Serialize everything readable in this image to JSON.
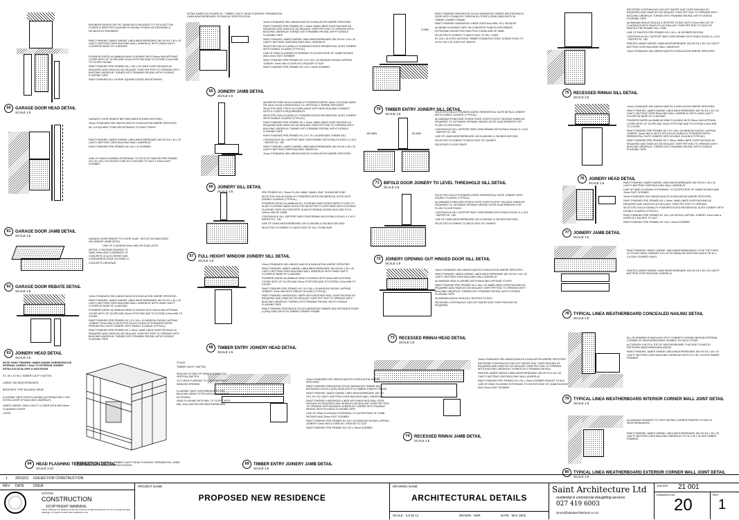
{
  "details": [
    {
      "num": "60",
      "title": "GARAGE DOOR HEAD DETAIL",
      "scale": "SCALE 1:5"
    },
    {
      "num": "61",
      "title": "GARAGE DOOR JAMB DETAIL",
      "scale": "SCALE 1:5"
    },
    {
      "num": "62",
      "title": "GARAGE DOOR REBATE DETAIL",
      "scale": "SCALE 1:5"
    },
    {
      "num": "63",
      "title": "JOINERY HEAD DETAIL",
      "scale": "SCALE 1:5"
    },
    {
      "num": "64",
      "title": "HEAD FLASHING TERMINATION DETAIL",
      "scale": "SCALE 1:10"
    },
    {
      "num": "65",
      "title": "JOINERY JAMB DETAIL",
      "scale": "SCALE 1:5"
    },
    {
      "num": "66",
      "title": "JOINERY SILL DETAIL",
      "scale": "SCALE 1:5"
    },
    {
      "num": "67",
      "title": "FULL HEIGHT WINDOW JOINERY SILL DETAIL",
      "scale": "SCALE 1:5"
    },
    {
      "num": "68",
      "title": "TIMBER ENTRY JOINERY HEAD DETAIL",
      "scale": "SCALE 1:5"
    },
    {
      "num": "69",
      "title": "TIMBER ENTRY JOINERY JAMB DETAIL",
      "scale": "SCALE 1:5"
    },
    {
      "num": "70",
      "title": "TIMBER ENTRY JOINERY SILL DETAIL",
      "scale": "SCALE 1:5"
    },
    {
      "num": "71",
      "title": "BIFOLD DOOR JOINERY TO LEVEL THRESHOLD SILL DETAIL",
      "scale": "SCALE 1:5"
    },
    {
      "num": "72",
      "title": "JOINERY OPENING OUT HINGED DOOR SILL DETAIL",
      "scale": "SCALE 1:5"
    },
    {
      "num": "73",
      "title": "RECESSED RINNAI HEAD DETAIL",
      "scale": "SCALE 1:5"
    },
    {
      "num": "74",
      "title": "RECESSED RINNAI JAMB DETAIL",
      "scale": "SCALE 1:5"
    },
    {
      "num": "75",
      "title": "RECESSED RINNAI SILL DETAIL",
      "scale": "SCALE 1:5"
    },
    {
      "num": "76",
      "title": "JOINERY HEAD DETAIL",
      "scale": "SCALE 1:5"
    },
    {
      "num": "77",
      "title": "JOINERY JAMB DETAIL",
      "scale": "SCALE 1:5"
    },
    {
      "num": "78",
      "title": "TYPICAL LINEA WEATHERBOARD CONCEALED NAILING DETAIL",
      "scale": "SCALE 1:5"
    },
    {
      "num": "79",
      "title": "TYPICAL LINEA WEATHERBOARD INTERIOR CORNER WALL JOINT DETAIL",
      "scale": "SCALE 1:5"
    },
    {
      "num": "80",
      "title": "TYPICAL LINEA WEATHERBOARD EXTERIOR CORNER WALL JOINT DETAIL",
      "scale": "SCALE 1:5"
    }
  ],
  "notes": {
    "n60": [
      "ENGINEER DESIGN 250 PFC BEAM WITH PACKERS TO TOP & BOTTOM FLANGE & WEB FOR CLADDING FLASHING FIXINGS AS DESIGNED & DETAILED BY ENGINEER",
      "PAINT FINISHED JAMES HARDIE LINEA WEATHERBOARD 180 ON H3.1 45 x 20 CAVITY BATTENS OVER BUILDING WALL UNDERLAY WITH LINEA CAVITY CLOSER AT BASE OF CLADDING",
      "POWDERCOATED ALUMINIUM HEAD FLASHING WITH 50mm MIN UPSTAND COVER WITH 15° SLOPE AND 20mm STOP END AND TO EXTEND 10mm MIN TO COVER FACING",
      "PAINT FINISHED PRE-PRIMED H3.1 190 x 25 LINER OVER PACKING AS REQUIRED AND SIKAFLEX M3 SEALANT OVER PEF ROD TO OPENING WITH BUILDING UNDERLAY TURNED INTO FRAMING REVEAL WITH FLEXIBLE FLASHING TAPE",
      "PAINT FINISHED 60 x 18 PINE SQUARE EDGED ARCHITRAVES"
    ],
    "n61": [
      "GARAGE FLOOR REBATE BEYOND (AREA SHOWN HATCHED)",
      "10mm STANDARD GIB LININGS AND R2.8 INSULATION WHERE SPECIFIED",
      "50 x 18 SQUARE T-PINE ARCHITRAVES TO PAINT FINISH",
      "PAINT FINISHED JAMES HARDIE LINEA WEATHERBOARD 180 ON H3.1 45 x 20 CAVITY BATTENS OVER BUILDING WALL UNDERLAY",
      "PAINT FINISHED PRE-PRIMED H3.1 60 x 19 SCRIBER",
      "LINE OF HEAD FLASHING EXTENDING TO FACE OF PAINTED PRE-PRIMED H3.1 EX 100 x 25 FACING OVER H3.1 PACKING TO SUIT & 20mm FAST SCRIBER"
    ],
    "n62": [
      "GARAGE DOOR REBATE TO FLOOR SLAB - SETOUT AS INDICATED ON GARAGE JAMB DETAIL",
      "LINE OF CLADDING 50mm BELOW SLAB LEVEL",
      "NOTES: 1) PACKING BOARDS TO HAVE 15mm MIN CLEARANCE TO CONCRETE 2) ALSO REFER DBH CODEWORDS ISSUE 024 PAGE 10",
      "CONCRETE DRIVEWAY"
    ],
    "n63": [
      "10mm STANDARD GIB LININGS AND R2.8 INSULATION WHERE SPECIFIED",
      "PAINT FINISHED JAMES HARDIE LINEA WEATHERBOARD 180 ON H3.1 45 x 20 CAVITY BATTENS OVER BUILDING WALL UNDERLAY WITH LINEA CAVITY CLOSER AT BASE OF CLADDING",
      "POWDERCOATED ALUMINIUM HEAD FLASHING WITH 50mm MIN UPSTAND COVER WITH 15° SLOPE AND 20mm STOP END AND TO EXTEND 10mm MIN TO COVER",
      "PAINT FINISHED PRE-PRIMED H3.1 EX 100 x 20 WINDOW FACING LAPPING JOINERY 10mm MIN & SELECTED DULUX DURALOY POWDERCOATED RESIDENTIAL SUITE JOINERY WITH SINGLE GLAZING (TYPICAL)",
      "PAINT FINISHED PRE-PRIMED H3.1 19mm JAMB LINER OVER PACKING AS REQUIRED AND SIKAFLEX M3 SEALANT OVER PEF ROD TO OPENING WITH BUILDING UNDERLAY TURNED INTO FRAMING REVEAL WITH FLEXIBLE FLASHING TAPE"
    ],
    "n64": [
      "NOTE: PAINT FINISHED JAMES HARDIE HARDIEGROOVE INTERNAL LININGS 7.5mm TO EXTERIOR JOINERY DETAILS IN SCULLERY & KIDS ROOM",
      "EX. 50 x 20 H3.1 TIMBER CAVITY BATTEN",
      "LINEAR 180 WEATHERBOARD",
      "BREATHER TYPE BUILDING WRAP",
      "FLASHING TAPE OVER FLASHING (ALTERNATIVELY USE EXTRA LAYER OF BUILDING UNDERLAY)",
      "JAMES HARDIE LINEA CAVITY CLOSER WITH MIN 15mm CLADDING COVER",
      "LINTEL",
      "STUDS",
      "TIMBER CAVITY BATTEN",
      "SEALANT AT END OF HEAD FLASHING TO VERTICAL BATTEN",
      "CUT HEAD FLASHING TO CONTINUE PAST WINDOW OPENING",
      "FLASHING TAPE OVER BREATHER TYPE BUILDING WRAP FITTED AROUND CORNER AS SHOWN",
      "HEAD FLASHING WITH MIN. 15° SLOPE WITH MIN. 5mm GAP BELOW WEATHERBOARD",
      "DETAIL BASED ON FIGURE 44 - TIMBER CAVITY HEAD FLASHING TERMINATION, LINEA WEATHERBOARD TECHNICAL SPECIFICATION."
    ],
    "n65": [
      "DETAIL BASED ON FIGURE 44 - TIMBER CAVITY HEAD FLASHING TERMINATION, LINEA WEATHERBOARD TECHNICAL SPECIFICATION.",
      "10mm STANDARD GIB LININGS AND R2.8 INSULATION WHERE SPECIFIED",
      "PAINT FINISHED PRE-PRIMED H3.1 19mm JAMB LINER OVER PACKING AS REQUIRED AND SIKAFLEX M3 SEALANT OVER PEF ROD TO OPENING WITH BUILDING UNDERLAY TURNED INTO FRAMING REVEAL WITH FLEXIBLE FLASHING TAPE",
      "PAINT FINISHED JAMES HARDIE LINEA WEATHERBOARD 180 ON H3.1 45 x 20 CAVITY BATTENS OVER BUILDING WALL UNDERLAY",
      "SELECTED DULUX DURALOY POWDERCOATED RESIDENTIAL SUITE JOINERY WITH DOUBLE GLAZING (TYPICAL)",
      "LINE OF HEAD FLASHING EXTENDING TO OUTER EDGE OF JAMB FACINGS AND 20mm FAST SCRIBER",
      "PAINT FINISHED PRE-PRIMED H3.1 EX 100 x 25 WINDOW FACING LAPPING JOINERY 10mm MIN & OVER H3.1 PACKER TO SUIT",
      "PAINT FINISHED PRE-PRIMED H3.1 60 x 19mm SCRIBER"
    ],
    "n66": [
      "ADHESIVE FIXED DULUX DURALOY POWDERCOATED 18mm COLONIAL BARS OR 25mm SOLID HORIZONTALLY & VERTICALLY WHERE SPECIFIED. SELECTED BAR TYPES IN COMPLIANCE WITH NEW ZEALAND CONSENT NOTE & CLIENT'S REQUIREMENTS",
      "SELECTED DULUX DURALOY POWDERCOATED RESIDENTIAL SUITE JOINERY WITH DOUBLE GLAZING (TYPICAL)",
      "PAINT FINISHED PRE-PRIMED H3.1 19mm JAMB LINER OVER PACKING AS REQUIRED AND SIKAFLEX M3 SEALANT OVER PEF ROD TO OPENING WITH BUILDING UNDERLAY TURNED INTO FRAMING REVEAL WITH FLEXIBLE FLASHING TAPE",
      "PAINT FINISHED PRE-PRIMED H3.1 EX 75 x 40 DRESSED TIMBER SILL",
      "CONTINUOUS SILL SUPPORT BAR CONFORMING WITH EM6 & E2/AS1 9.1.10.5 - REFER FIG. 73B",
      "PAINT FINISHED JAMES HARDIE LINEA WEATHERBOARD 180 ON H3.1 45 x 20 CAVITY BATTENS OVER BUILDING UNDERLAY",
      "10mm STANDARD GIB LININGS AND R2.8 INSULATION WHERE SPECIFIED"
    ],
    "n67": [
      "PRE-PRIMED H3.1 76mm FLUSH JAMB \"JAMB LONG\" SHOWN BEYOND",
      "SELECTED DULUX DURALOY POWDERCOATED RESIDENTIAL SUITE WITH DOUBLE GLAZING (TYPICAL)",
      "POWDERCOATED ALUMINIUM SILL FLASHING BAR SCREW DIRECT FIXED TO SLAB. FLOORING MADE GOOD FOR SELECTED FLOOR FINISH WITH FLEXIBLE FLASHING TAPE ON CONCRETE SLAB EXTENDING DOWN FACE AND FOLD 100mm MIN UP JAMB",
      "CONTINUOUS SILL SUPPORT BAR CONFORMING WITH EM6 & E2/AS1 9.1.10.5 - REFER FIG. 73B",
      "LINE OF LINEA WEATHERBOARD 180 CLADDING & FACINGS BEYOND",
      "SELECTED FLOORING TO BACK FACE OF SILL FIXING BAR"
    ],
    "n68": [
      "10mm STANDARD GIB LININGS AND R2.8 INSULATION WHERE SPECIFIED",
      "PAINT FINISHED JAMES HARDIE LINEA WEATHERBOARD 180 ON H3.1 45 x 20 CAVITY BATTENS OVER BUILDING WALL UNDERLAY WITH LINEA CAVITY CLOSER AT BASE OF CLADDING",
      "POWDERCOATED ALUMINIUM HEAD FLASHING WITH 50mm MIN UPSTAND COVER WITH 15° SLOPE AND 20mm STOP END AND TO EXTEND 10mm MIN TO COVER",
      "PAINT FINISHED PRE-PRIMED H3.1 EX 100 x 25 WINDOW FACING LAPPING JOINERY 10mm MIN WITH SINGLE GLAZING (TYPICAL)",
      "PAINT FINISHED HARDWOOD LINER WITH WEATHER SEAL OVER PACKING AS REQUIRED AND SIKAFLEX M3 SEALANT OVER PEF ROD TO OPENING WITH BUILDING UNDERLAY TURNED INTO FRAMING REVEAL WITH FLEXIBLE FLASHING TAPE",
      "PAINT FINISHED PAROWOOD SOLID HARDWOOD TIMBER (E9) ENTRANCE DOOR & (E95) SIDELIGHTS IN TIMBER JOINERY FRAME"
    ],
    "n69": [
      "10mm STANDARD GIB LININGS AND R2.8 INSULATION WHERE SPECIFIED",
      "PAINT FINISHED PAROWOOD SOLID HARDWOOD TIMBER (E9) ENTRANCE DOOR & (E95) SIDELIGHTS IN TIMBER JOINERY FRAME",
      "PAINT FINISHED JAMES HARDIE LINEA WEATHERBOARD 180 ON H3.1 45 x 20 CAVITY BATTENS OVER BUILDING WALL UNDERLAY",
      "PAINT FINISHED HARDWOOD LINER WITH WEATHER SEAL OVER PACKING AS REQUIRED AND SIKAFLEX M3 SEALANT OVER PEF ROD TO OPENING WITH BUILDING UNDERLAY TURNED INTO FRAMING REVEAL WITH FLEXIBLE FLASHING TAPE",
      "LINE OF HEAD FLASHING EXTENDING TO OUTER EDGE OF JAMB FACINGS AND 20mm FAST SCRIBER",
      "PAINT FINISHED PRE-PRIMED EX 100 x 25 WINDOW FACING LAPPING JOINERY 10mm MIN & OVER H3.1 PACKER TO SUIT",
      "PAINT FINISHED PRE-PRIMED H3.1 60 x 19mm SCRIBER"
    ],
    "n70": [
      "PAINT FINISHED PAROWOOD SOLID HARDWOOD TIMBER (E9) ENTRANCE DOOR WITH STAINLESS THRESHOLD STRIP & (E95) SIDELIGHTS IN TIMBER JOINERY FRAME",
      "PAINT FINISHED HARDWOOD LINER OVER 5mm MIN. H3.1 PACKERS",
      "ALUBAND FLASHING TAPE ON CONCRETE SLAB FLOOR REBATE EXTENDING DOWN FACE AND FOLD 100mm MIN UP JAMB",
      "SELECTED FLOORING TO BACK FACE OF SILL LINER",
      "EX 150 x 25 VITEX DECKING TIMBER STAINLESS STEEL SCREW FIXED TO H4 EX 190 x 45 JOISTS AT 450CRS",
      "2 MIN."
    ],
    "n71": [
      "SELECTED DULUX POWDERCOATED RESIDENTIAL SUITE BIFOLD JOINERY WITH DOUBLE GLAZING (TYPICAL)",
      "ALUMINIUM FIXING BAR SCREW FIXED OVER PLASTIC PACKING SHIMS AS REQUIRED TO OUTWARD OPENING HINGED DOOR SLAB REBATES FOR FLUSH FLOOR FINISH",
      "CONTINUOUS SILL SUPPORT BAR CONFORMING WITH EM6 & E2/AS1 9.1.10.5 - REFER FIG. 73B",
      "LINE OF LINEA WEATHERBOARD 180 CLADDING & FACINGS BEYOND",
      "SELECTED FLOORING TO BACK FACE OF JOINERY",
      "RECESSED FLOOR GRATE",
      "150 MIN",
      "50 MIN"
    ],
    "n72": [
      "SELECTED DULUX POWDERCOATED RESIDENTIAL SUITE JOINERY WITH DOUBLE GLAZING (TYPICAL)",
      "ALUMINIUM FIXING BAR SCREW FIXED OVER PLASTIC PACKING SHIMS AS REQUIRED TO OUTWARD OPENING HINGED DOOR SLAB REBATES FOR FLUSH FLOOR FINISH",
      "CONTINUOUS SILL SUPPORT BAR CONFORMING WITH EM6 & E2/AS1 9.1.10.5 - REFER FIG. 73B",
      "LINE OF LINEA WEATHERBOARD 180 CLADDING & FACINGS BEYOND",
      "SELECTED FLOORING TO BACK FACE OF JOINERY"
    ],
    "n73": [
      "10mm STANDARD GIB LININGS AND R2.8 INSULATION WHERE SPECIFIED",
      "PAINT FINISHED JAMES HARDIE LINEA WEATHERBOARD 180 ON H3.1 45 x 20 CAVITY BATTENS OVER BUILDING WALL UNDERLAY",
      "ALUMINIUM HEAD FLASHING WITH 50mm MIN UPSTAND COVER",
      "PAINT FINISHED PRE-PRIMED H3.1 190 x 25 JAMB LINER OVER PACKING AS REQUIRED AND SIKAFLEX M3 SEALANT OVER PEF ROD TO OPENING WITH BUILDING UNDERLAY TURNED INTO FRAMING REVEAL WITH FLEXIBLE FLASHING TAPE",
      "ALUMINIUM ANGLE SEALED & RIVETED TO BOX",
      "RECESSED CONTINUOUS GAS HOT WATER UNIT OVER PACKING AS REQUIRED"
    ],
    "n74": [
      "10mm STANDARD GIB LININGS AND R2.8 INSULATION WHERE SPECIFIED",
      "RECESSED CONTINUOUS GAS HOT WATER UNIT OVER PACKING AS REQUIRED AND SIKAFLEX M3 SEALANT OVER PEF ROD TO OPENING WITH BUILDING UNDERLAY TURNED INTO FRAMING REVEAL",
      "PAINTED JAMES HARDIE LINEA WEATHERBOARD 180 ON H3.1 45 x 20 CAVITY BATTENS OVER BUILDING WALL UNDERLAY",
      "PAINT FINISHED PRE-PRIMED H3.1 90 x 19mm SCRIBER SEALED TO BOX",
      "LINE OF HEAD FLASHING EXTENDING TO OUTER EDGE OF JAMB FACINGS AND 20mm FAST SCRIBER"
    ],
    "n75": [
      "RECESSED CONTINUOUS GAS HOT WATER UNIT OVER PACKING AS REQUIRED AND SIKAFLEX M3 SEALANT OVER PEF ROD TO OPENING WITH BUILDING UNDERLAY TURNED INTO FRAMING REVEAL WITH FLEXIBLE FLASHING TAPE",
      "ALUMINIUM ANGLE SEALED & RIVETED TO BOX WITH 10mm MIN LAP OF CLADDINGS WITH SIKAFLEX M3 SEALANT OVER PEF ROD TO FACE OF PAINTED PRE-PRIMED SILL TRIM",
      "LINE OF PAINTED PRE-PRIMED H3.1 140 x 18 SCRIBER BEYOND",
      "CONTINUOUS SILL SUPPORT BAR CONFORMING WITH EM6 & E2/AS1 9.1.10.5 - REFER FIG. 73B",
      "PAINTED JAMES HARDIE LINEA WEATHERBOARD 180 ON H3.1 45 x 20 CAVITY BATTENS OVER BUILDING WALL UNDERLAY",
      "10mm STANDARD GIB LININGS AND R2.8 INSULATION WHERE SPECIFIED"
    ],
    "n76": [
      "10mm STANDARD GIB LININGS AND R2.8 INSULATION WHERE SPECIFIED",
      "PAINT FINISHED JAMES HARDIE LINEA WEATHERBOARD 180 ON H3.1 45 x 20 CAVITY BATTENS OVER BUILDING WALL UNDERLAY WITH LINEA CAVITY CLOSER AT BASE OF CLADDING",
      "POWDERCOATED ALUMINIUM HEAD FLASHING WITH 50mm MIN UPSTAND COVER WITH 15° SLOPE AND 20mm STOP END AND TO EXTEND 10mm MIN TO COVER",
      "PAINT FINISHED PRE-PRIMED H3.1 EX 100 x 25 WINDOW FACING LAPPING JOINERY 10mm MIN & SELECTED DULUX DURALOY POWDERCOATED RESIDENTIAL SUITE JOINERY WITH DOUBLE GLAZING (TYPICAL)",
      "PAINT FINISHED PRE-PRIMED H3.1 19mm JAMB LINER OVER PACKING AS REQUIRED AND SIKAFLEX M3 SEALANT OVER PEF ROD TO OPENING WITH BUILDING UNDERLAY TURNED INTO FRAMING REVEAL WITH FLEXIBLE FLASHING TAPE"
    ],
    "n77": [
      "PAINT FINISHED JAMES HARDIE LINEA WEATHERBOARD 180 ON H3.1 45 x 20 CAVITY BATTENS OVER BUILDING WALL UNDERLAY",
      "LINE OF HEAD FLASHING EXTENDING TO OUTER EDGE OF JAMB FACINGS AND 20mm FAST SCRIBER",
      "10mm STANDARD GIB LININGS AND R2.8 INSULATION WHERE SPECIFIED",
      "PAINT FINISHED PRE-PRIMED H3.1 19mm JAMB LINER OVER PACKING AS REQUIRED AND SIKAFLEX M3 SEALANT OVER PEF ROD TO OPENING",
      "SELECTED DULUX DURALOY POWDERCOATED RESIDENTIAL SUITE JOINERY WITH DOUBLE GLAZING (TYPICAL)",
      "PAINT FINISHED PRE-PRIMED EX 100 x 25 FACING LAPPING JOINERY 10mm MIN & OVER H3.1 PACKER TO SUIT",
      "PAINT FINISHED PRE-PRIMED H3.1 60 x 19mm SCRIBER"
    ],
    "n78": [
      "PAINT FINISHED JAMES HARDIE LINEA WEATHERBOARDS TO BE TOP FIXED AT STUDS USING HARDIES 2.8 x 50 SS ANNULAR GROOVED NAILS OR 40 x 2.8 GALV GUNNED NAILS",
      "PAINTED JAMES HARDIE LINEA WEATHERBOARD 180 ON H3.1 45 x 20 CAVITY BATTENS OVER BUILDING UNDERLAY"
    ],
    "n79": [
      "50 x 50 HEMMED DYNAFLASH UPVC CORNER FLASHING BEHIND INTERNAL CORNER OF WEATHERBOARDS SCRIBED TO EACH OTHER",
      "ACCURATELY NOTCH TOP OF WEATHERBOARD THIS SIDE TO MATCH RECEIVING WEATHERBOARD ABOVE",
      "PAINT FINISHED JAMES HARDIE LINEA WEATHERBOARD 180 ON H3.1 45 x 20 CAVITY BATTENS OVER BUILDING UNDERLAY WITH H1.2 90 x 45 SG8 TIMBER FRAMING"
    ],
    "n80": [
      "ALUMINIUM SOAKERS TO TIGHT MITRED CORNER PAINTED TO MATCH WEATHERBOARDS",
      "PAINT FINISHED JAMES HARDIE LINEA WEATHERBOARD 180 ON H3.1 45 x 20 CAVITY BATTENS OVER BUILDING UNDERLAY TO H1.2 90 x 45 SG8 TIMBER FRAMING"
    ]
  },
  "title_block": {
    "revision_row": {
      "rev": "1",
      "date": "20/12/21",
      "issue": "ISSUED FOR CONSTRUCTION"
    },
    "rev_label": "REV",
    "date_label": "DATE",
    "issue_label": "ISSUE",
    "status_label": "STATUS",
    "status": "CONSTRUCTION",
    "copyright": "©COPYRIGHT WARNING",
    "copyright_text": "These drawings and designs remain the property of Saint Architecture Ltd. Do not scale off these drawings. If in doubt contact Saint Architecture Ltd.",
    "project_label": "PROJECT NAME",
    "project": "PROPOSED NEW RESIDENCE",
    "drawing_label": "DRAWING NAME",
    "drawing": "ARCHITECTURAL DETAILS",
    "scale": "SCALE - 1:5 @ A1",
    "drawn": "DRAWN - SMP",
    "date": "DATE - MAY 2022",
    "company": "Saint Architecture Ltd",
    "company_sub": "residential & commercial draughting services",
    "phone": "027 419 6003",
    "email": "simon@saintarchitecture.co.nz",
    "job_ref_label": "JOB REF",
    "job_ref": "21 001",
    "drawing_no_label": "DRAWING NO.",
    "drawing_no": "20",
    "rev_no_label": "REV",
    "rev_no": "1"
  },
  "colors": {
    "line": "#000000",
    "hatch": "#222222",
    "paper": "#ffffff"
  }
}
